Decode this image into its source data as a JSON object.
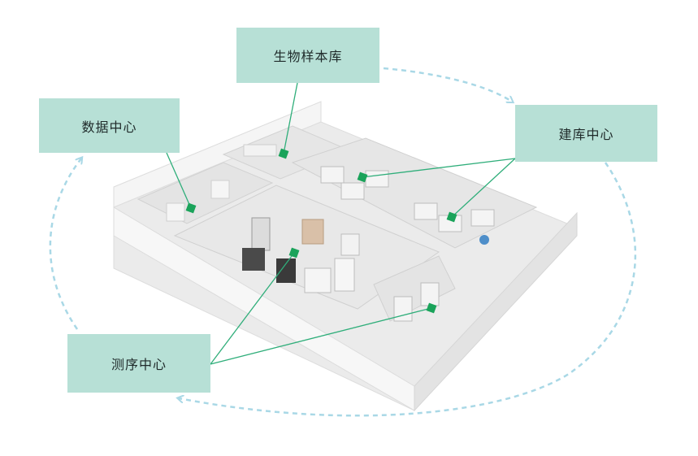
{
  "labels": {
    "bio_bank": "生物样本库",
    "data_center": "数据中心",
    "library_center": "建库中心",
    "sequencing_center": "测序中心"
  },
  "colors": {
    "label_bg": "#b7e0d6",
    "connector": "#2fae7a",
    "marker": "#1aa35a",
    "cycle_arrow": "#a9d8e6",
    "wall": "#f4f4f4",
    "floor": "#ebebeb"
  },
  "icons": [
    "cycle-arrow-icon",
    "location-marker-icon"
  ]
}
